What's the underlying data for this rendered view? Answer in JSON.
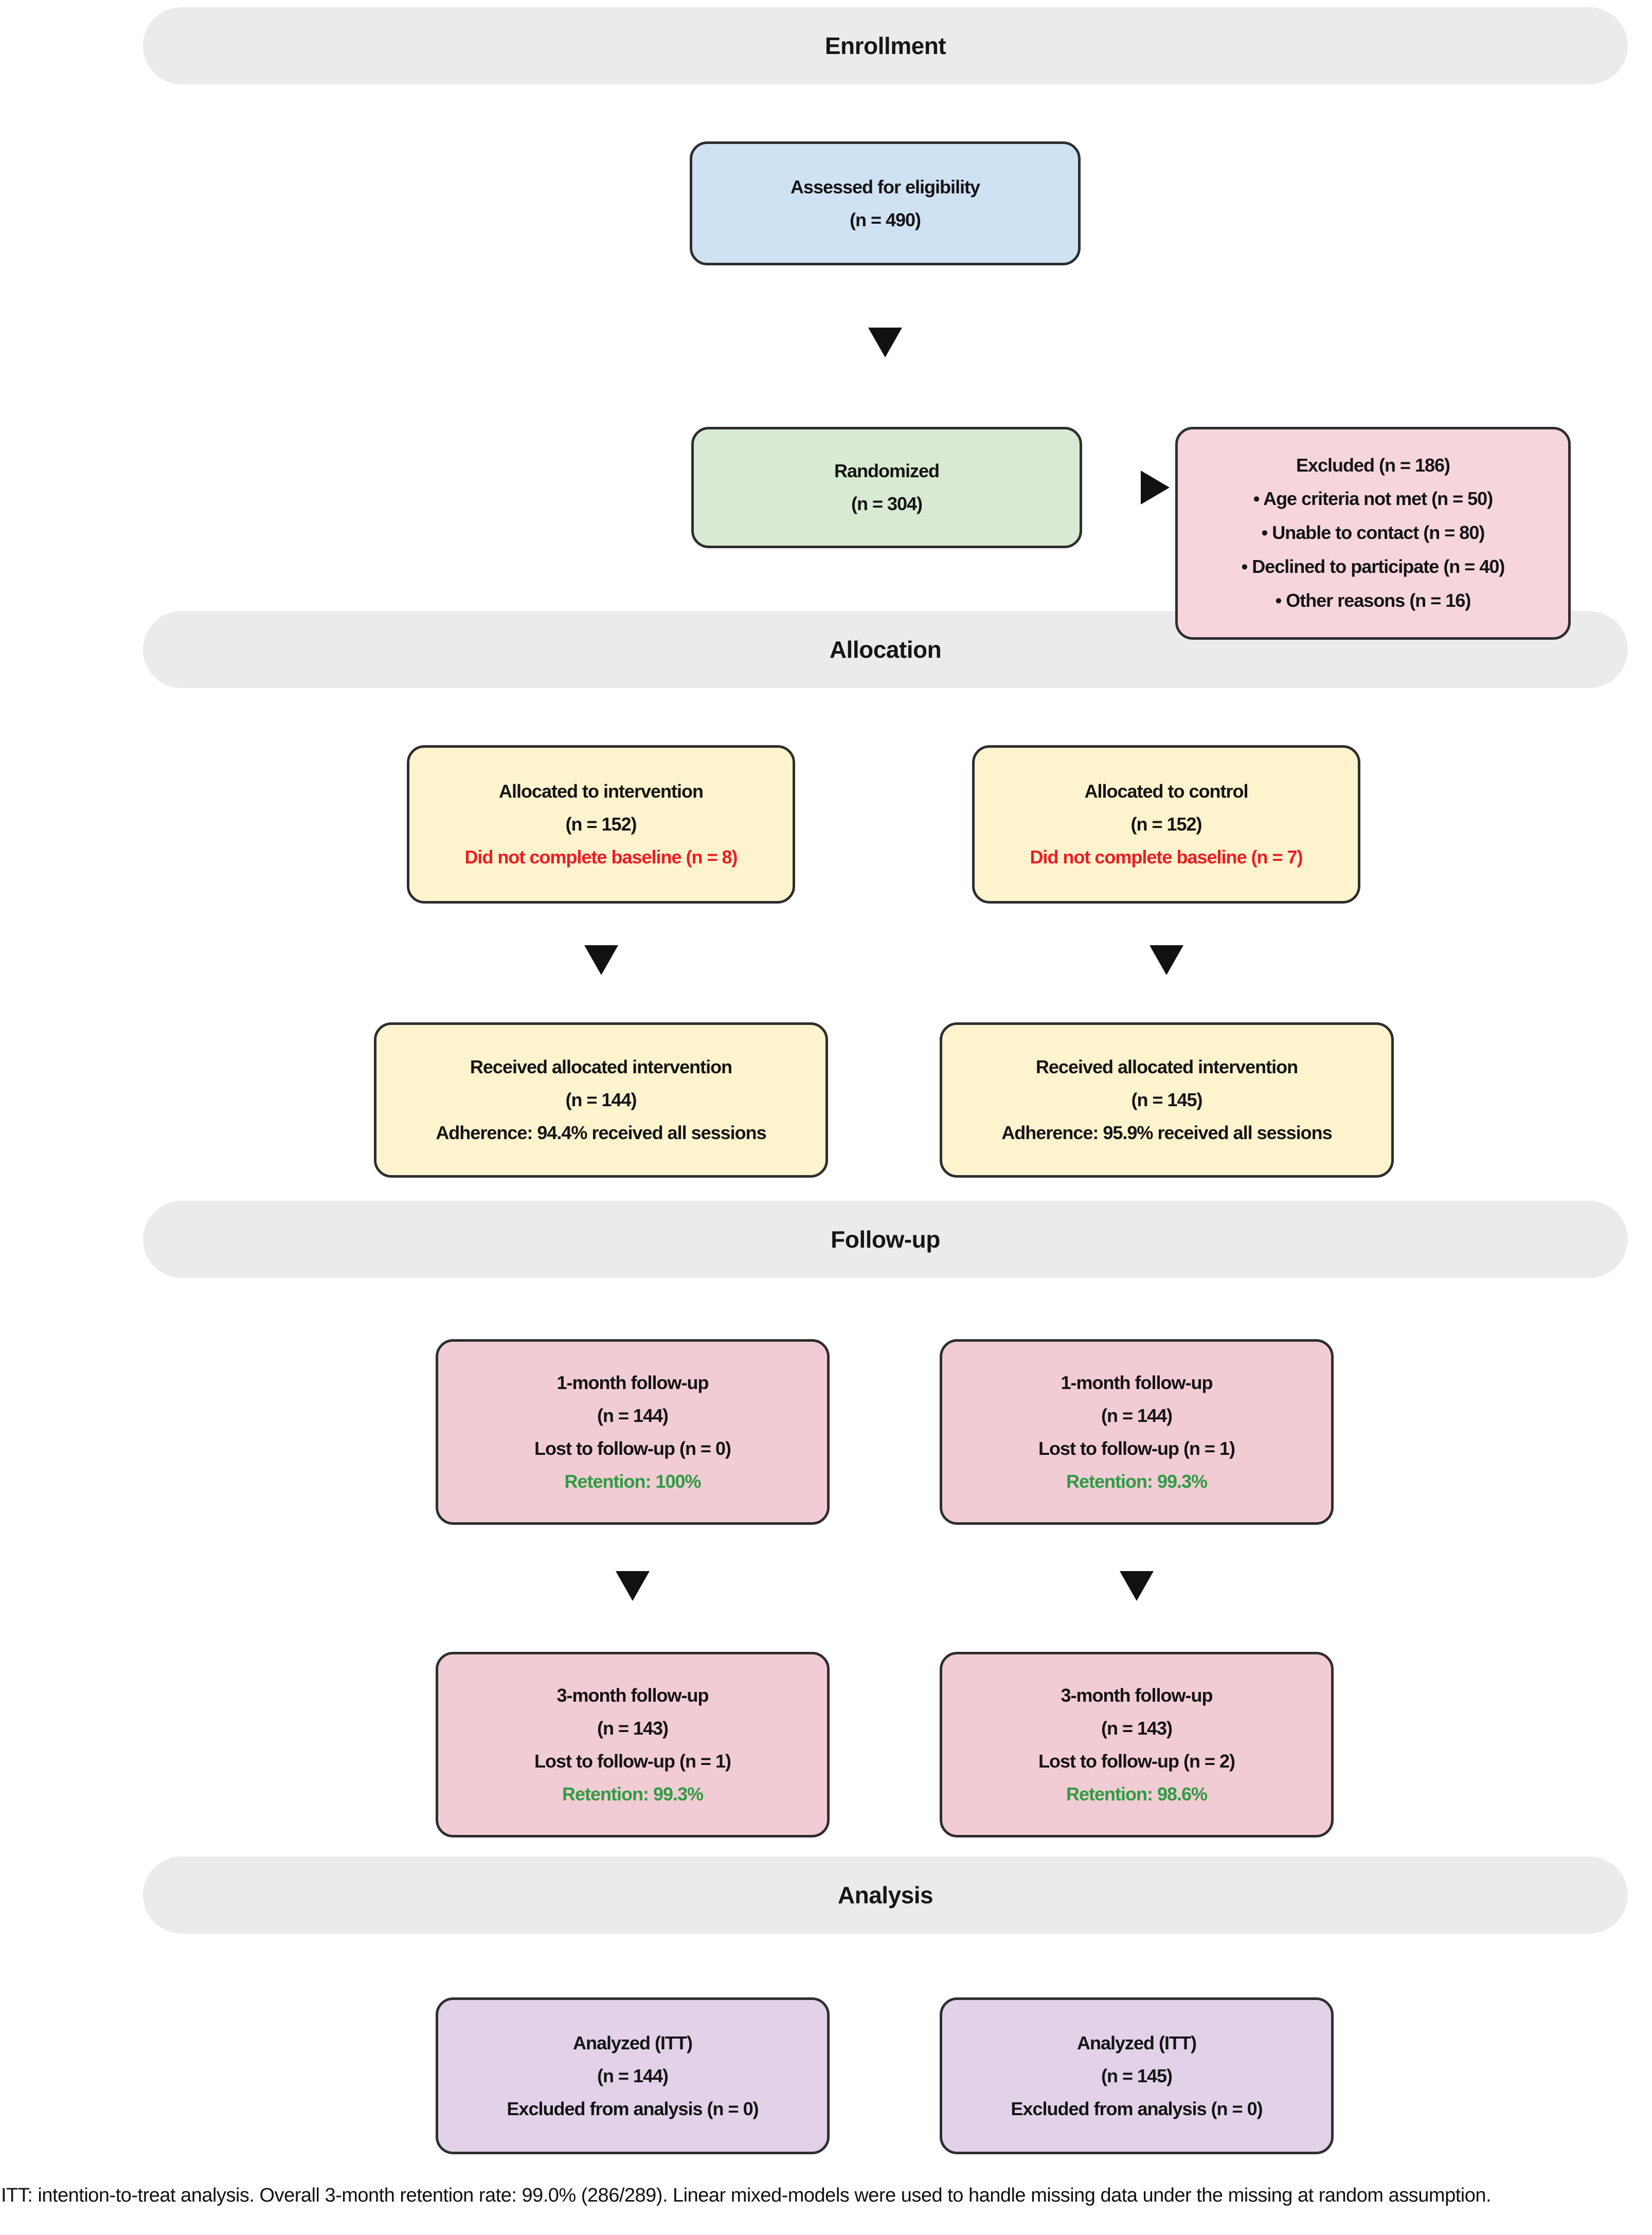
{
  "sections": {
    "enrollment": "Enrollment",
    "allocation": "Allocation",
    "followup": "Follow-up",
    "analysis": "Analysis"
  },
  "boxes": {
    "assessed": {
      "title": "Assessed for eligibility",
      "n": "(n = 490)"
    },
    "randomized": {
      "title": "Randomized",
      "n": "(n = 304)"
    },
    "excluded": {
      "title": "Excluded (n = 186)",
      "reasons": [
        "• Age criteria not met (n = 50)",
        "• Unable to contact (n = 80)",
        "• Declined to participate (n = 40)",
        "• Other reasons (n = 16)"
      ]
    },
    "allocated_intervention": {
      "title": "Allocated to intervention",
      "n": "(n = 152)",
      "note": "Did not complete baseline (n = 8)"
    },
    "allocated_control": {
      "title": "Allocated to control",
      "n": "(n = 152)",
      "note": "Did not complete baseline (n = 7)"
    },
    "received_intervention": {
      "title": "Received allocated intervention",
      "n": "(n = 144)",
      "note": "Adherence: 94.4% received all sessions"
    },
    "received_control": {
      "title": "Received allocated intervention",
      "n": "(n = 145)",
      "note": "Adherence: 95.9% received all sessions"
    },
    "fu1_intervention": {
      "title": "1-month follow-up",
      "n": "(n = 144)",
      "lost": "Lost to follow-up (n = 0)",
      "retention": "Retention: 100%"
    },
    "fu1_control": {
      "title": "1-month follow-up",
      "n": "(n = 144)",
      "lost": "Lost to follow-up (n = 1)",
      "retention": "Retention: 99.3%"
    },
    "fu3_intervention": {
      "title": "3-month follow-up",
      "n": "(n = 143)",
      "lost": "Lost to follow-up (n = 1)",
      "retention": "Retention: 99.3%"
    },
    "fu3_control": {
      "title": "3-month follow-up",
      "n": "(n = 143)",
      "lost": "Lost to follow-up (n = 2)",
      "retention": "Retention: 98.6%"
    },
    "analyzed_intervention": {
      "title": "Analyzed (ITT)",
      "n": "(n = 144)",
      "note": "Excluded from analysis (n = 0)"
    },
    "analyzed_control": {
      "title": "Analyzed (ITT)",
      "n": "(n = 145)",
      "note": "Excluded from analysis (n = 0)"
    }
  },
  "footer": {
    "text": "ITT: intention-to-treat analysis. Overall 3-month retention rate: 99.0% (286/289). Linear mixed-models were used to handle missing data under the missing at random assumption."
  },
  "colors": {
    "band-bg": "#ebebeb",
    "box-border": "#2e2e2e",
    "blue-box": "#cfe2f3",
    "green-box": "#d9ead3",
    "excluded-pink": "#f6d6dc",
    "yellow-box": "#fdf3cd",
    "followup-pink": "#f2ccd4",
    "purple-box": "#e2d2e8",
    "red-text": "#ed1c24",
    "green-text": "#2e9b44",
    "arrow-black": "#111111"
  }
}
